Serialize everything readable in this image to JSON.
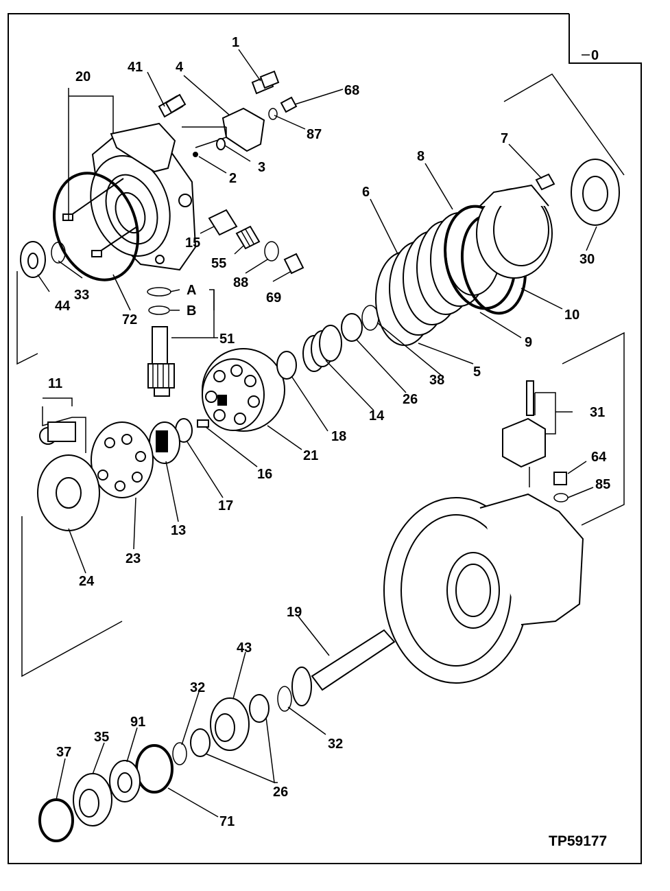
{
  "drawing_id": "TP59177",
  "callouts": {
    "c0": "0",
    "c1": "1",
    "c2": "2",
    "c3": "3",
    "c4": "4",
    "c5": "5",
    "c6": "6",
    "c7": "7",
    "c8": "8",
    "c9": "9",
    "c10": "10",
    "c11": "11",
    "c13": "13",
    "c14": "14",
    "c15": "15",
    "c16": "16",
    "c17": "17",
    "c18": "18",
    "c19": "19",
    "c20": "20",
    "c21": "21",
    "c23": "23",
    "c24": "24",
    "c26a": "26",
    "c26b": "26",
    "c30": "30",
    "c31": "31",
    "c32a": "32",
    "c32b": "32",
    "c33": "33",
    "c35": "35",
    "c37": "37",
    "c38": "38",
    "c41": "41",
    "c43": "43",
    "c44": "44",
    "c51": "51",
    "c55": "55",
    "c64": "64",
    "c68": "68",
    "c69": "69",
    "c71": "71",
    "c72": "72",
    "c85": "85",
    "c87": "87",
    "c88": "88",
    "c91": "91",
    "cA": "A",
    "cB": "B"
  }
}
